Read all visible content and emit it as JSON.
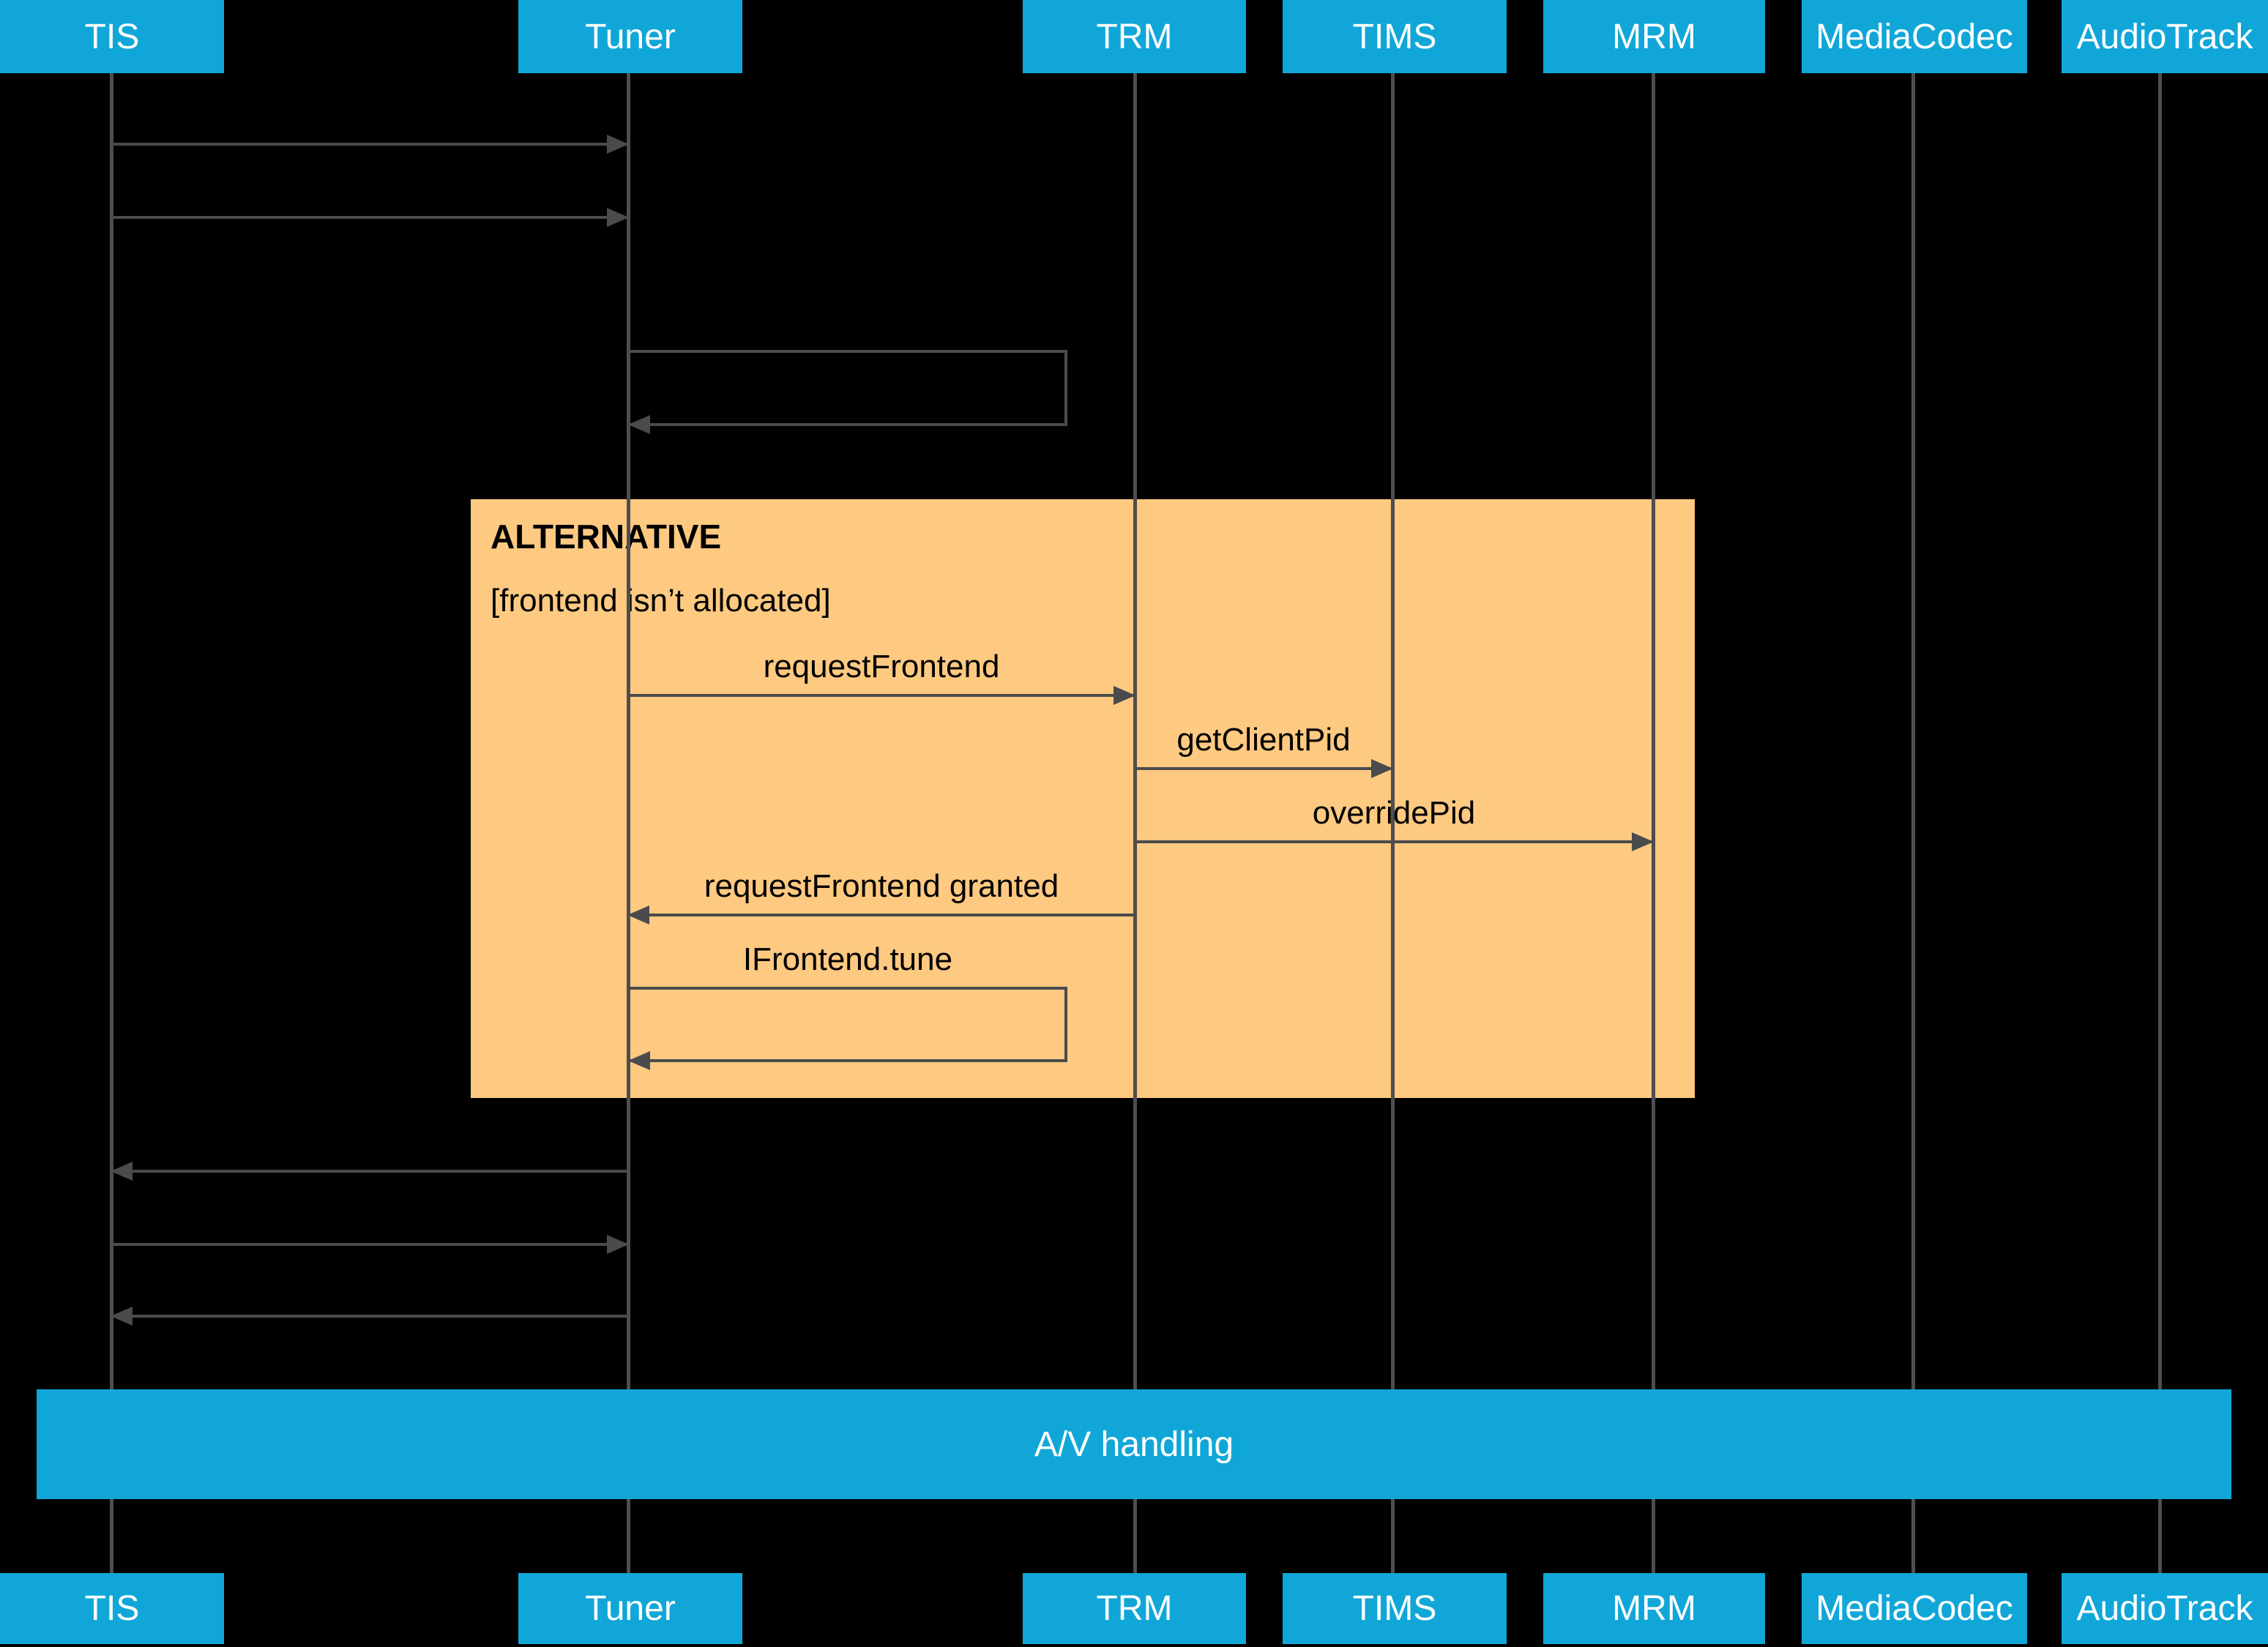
{
  "diagram": {
    "type": "sequence-diagram",
    "background_color": "#000000",
    "actor_box_color": "#10a7d8",
    "actor_text_color": "#ffffff",
    "alt_fragment_color": "#fec981",
    "line_color": "#4a4b4c"
  },
  "actors": [
    {
      "label": "TIS"
    },
    {
      "label": "Tuner"
    },
    {
      "label": "TRM"
    },
    {
      "label": "TIMS"
    },
    {
      "label": "MRM"
    },
    {
      "label": "MediaCodec"
    },
    {
      "label": "AudioTrack"
    }
  ],
  "messages": [
    {
      "from": "TIS",
      "to": "Tuner",
      "label": "",
      "type": "call"
    },
    {
      "from": "TIS",
      "to": "Tuner",
      "label": "",
      "type": "call"
    },
    {
      "from": "Tuner",
      "to": "Tuner",
      "label": "",
      "type": "self"
    },
    {
      "from": "Tuner",
      "to": "TRM",
      "label": "requestFrontend",
      "type": "call"
    },
    {
      "from": "TRM",
      "to": "TIMS",
      "label": "getClientPid",
      "type": "call"
    },
    {
      "from": "TRM",
      "to": "MRM",
      "label": "overridePid",
      "type": "call"
    },
    {
      "from": "TRM",
      "to": "Tuner",
      "label": "requestFrontend granted",
      "type": "return"
    },
    {
      "from": "Tuner",
      "to": "Tuner",
      "label": "IFrontend.tune",
      "type": "self"
    },
    {
      "from": "Tuner",
      "to": "TIS",
      "label": "",
      "type": "return"
    },
    {
      "from": "TIS",
      "to": "Tuner",
      "label": "",
      "type": "call"
    },
    {
      "from": "Tuner",
      "to": "TIS",
      "label": "",
      "type": "return"
    }
  ],
  "alt_fragment": {
    "operator": "ALTERNATIVE",
    "guard": "[frontend isn’t allocated]",
    "contains": [
      "requestFrontend",
      "getClientPid",
      "overridePid",
      "requestFrontend granted",
      "IFrontend.tune"
    ]
  },
  "av_band": {
    "label": "A/V handling"
  }
}
